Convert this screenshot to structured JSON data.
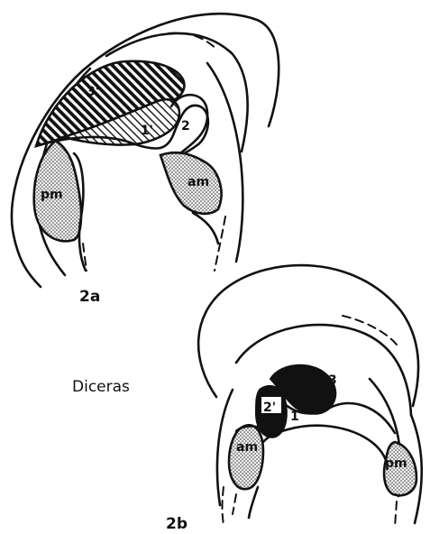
{
  "figure_a": {
    "caption": "2a",
    "labels": {
      "posterior_muscle": "pm",
      "anterior_muscle": "am",
      "tooth_3prime": "3'",
      "tooth_1prime": "1'",
      "tooth_2": "2"
    }
  },
  "figure_b": {
    "caption": "2b",
    "labels": {
      "anterior_muscle": "am",
      "posterior_muscle": "pm",
      "tooth_2prime": "2'",
      "tooth_1": "1",
      "tooth_3": "3"
    }
  },
  "genus_name": "Diceras",
  "colors": {
    "ink": "#111111",
    "background": "#ffffff",
    "stipple_shade": "#d9d9d9"
  }
}
